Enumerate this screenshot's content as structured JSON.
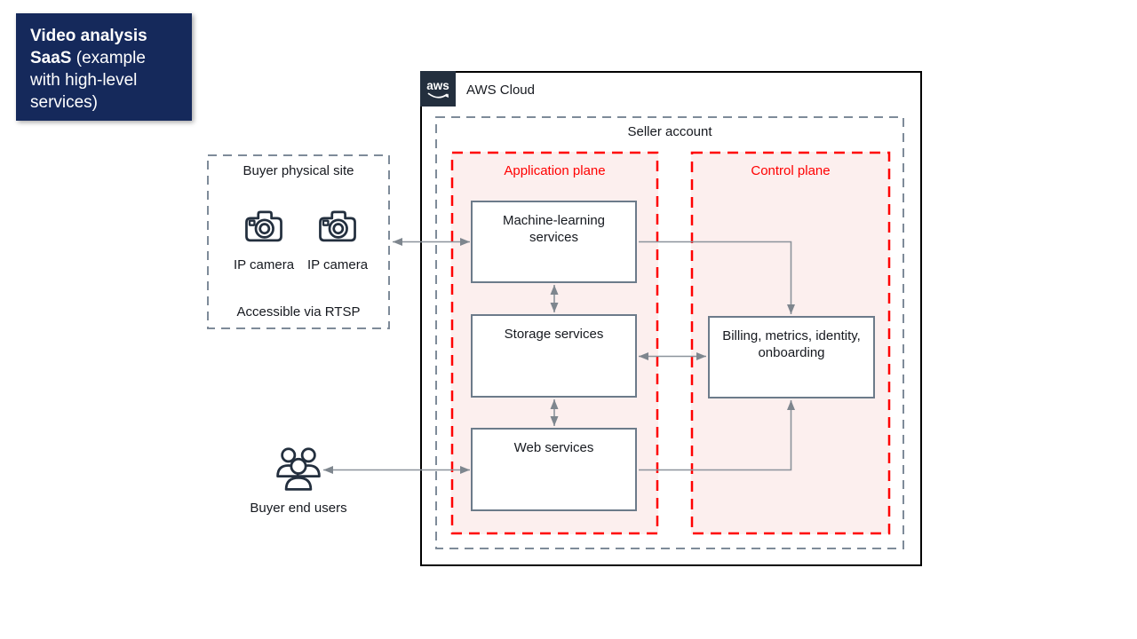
{
  "title_card": {
    "title_bold": "Video analysis SaaS",
    "title_rest": "(example with high-level services)"
  },
  "aws_cloud": {
    "logo_text": "aws",
    "label": "AWS Cloud"
  },
  "seller_account": {
    "label": "Seller account"
  },
  "application_plane": {
    "label": "Application plane"
  },
  "control_plane": {
    "label": "Control plane"
  },
  "nodes": {
    "ml": {
      "label": "Machine-learning services"
    },
    "storage": {
      "label": "Storage services"
    },
    "web": {
      "label": "Web services"
    },
    "billing": {
      "label": "Billing, metrics, identity, onboarding"
    }
  },
  "buyer_site": {
    "label": "Buyer physical site",
    "camera1_label": "IP camera",
    "camera2_label": "IP camera",
    "footer": "Accessible via RTSP"
  },
  "end_users": {
    "label": "Buyer end users"
  },
  "colors": {
    "title_bg": "#15295b",
    "accent_red": "#ff0000",
    "plane_bg": "#fcefee",
    "navy_icon": "#232f3e",
    "node_border": "#6c7b8a",
    "dash_gray": "#7e8b99",
    "arrow_gray": "#8c939b"
  }
}
